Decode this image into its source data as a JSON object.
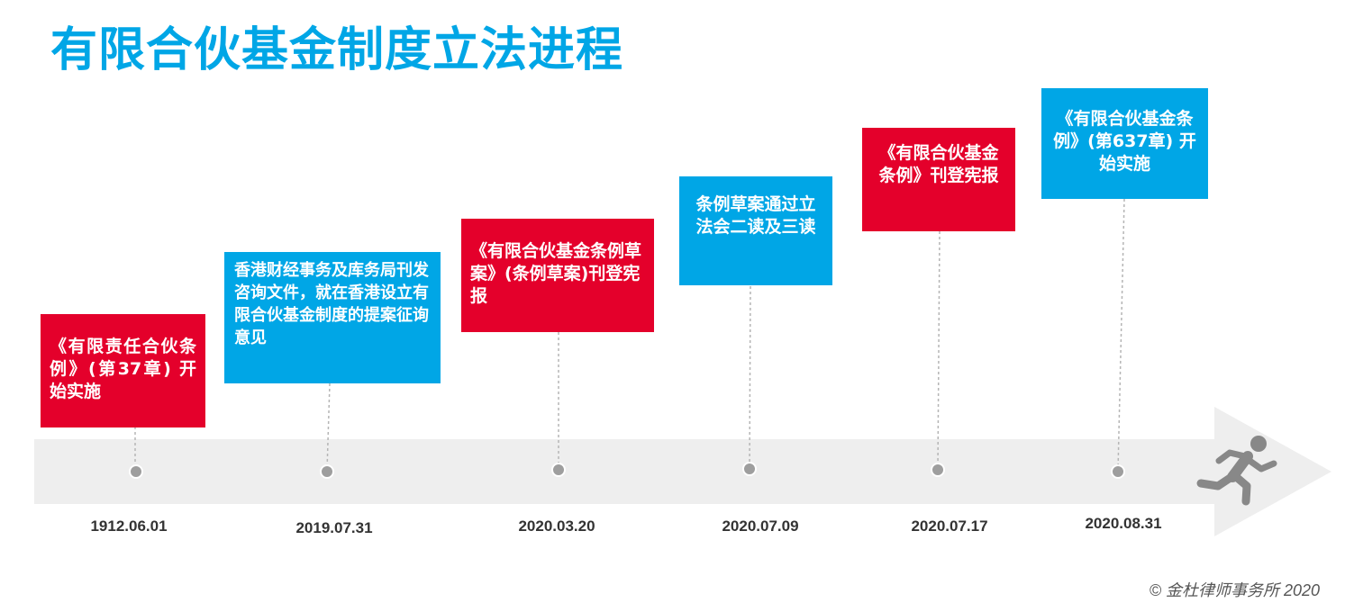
{
  "title": "有限合伙基金制度立法进程",
  "colors": {
    "title": "#00a6e6",
    "red": "#e4002b",
    "blue": "#00a6e6",
    "track": "#eeeeee",
    "runner": "#888888"
  },
  "runner_icon": "running-man-icon",
  "events": [
    {
      "date": "1912.06.01",
      "text": "《有限责任合伙条例》(第37章) 开始实施",
      "color": "red"
    },
    {
      "date": "2019.07.31",
      "text": "香港财经事务及库务局刊发咨询文件，就在香港设立有限合伙基金制度的提案征询意见",
      "color": "blue"
    },
    {
      "date": "2020.03.20",
      "text": "《有限合伙基金条例草案》(条例草案)刊登宪报",
      "color": "red"
    },
    {
      "date": "2020.07.09",
      "text": "条例草案通过立法会二读及三读",
      "color": "blue"
    },
    {
      "date": "2020.07.17",
      "text": "《有限合伙基金条例》刊登宪报",
      "color": "red"
    },
    {
      "date": "2020.08.31",
      "text": "《有限合伙基金条例》(第637章) 开始实施",
      "color": "blue"
    }
  ],
  "copyright": "© 金杜律师事务所 2020"
}
